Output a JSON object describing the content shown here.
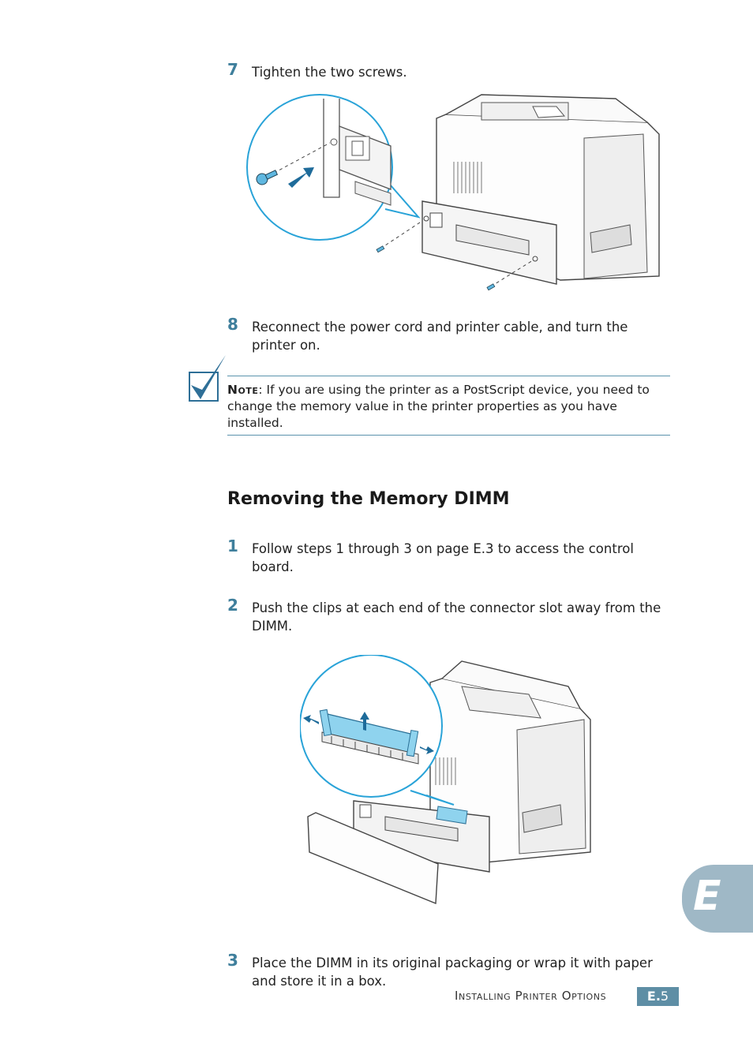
{
  "steps": {
    "s7": {
      "num": "7",
      "text": "Tighten the two screws."
    },
    "s8": {
      "num": "8",
      "text": "Reconnect the power cord and printer cable, and turn the printer on."
    },
    "s1": {
      "num": "1",
      "text": "Follow steps 1 through 3 on page E.3 to access the control board."
    },
    "s2": {
      "num": "2",
      "text": "Push the clips at each end of the connector slot away from the DIMM."
    },
    "s3": {
      "num": "3",
      "text": "Place the DIMM in its original packaging or wrap it with paper and store it in a box."
    }
  },
  "note": {
    "label": "Note",
    "text": ": If you are using the printer as a PostScript device, you need to change the memory value in the printer properties as you have installed."
  },
  "section": {
    "heading": "Removing the Memory DIMM"
  },
  "footer": {
    "title": "Installing Printer Options",
    "page_prefix": "E.",
    "page_number": "5"
  },
  "chapter_tab": {
    "letter": "E"
  },
  "colors": {
    "accent": "#3f7f9c",
    "rule": "#5b93ad",
    "badge": "#5e8ea5",
    "tab": "#9fb8c6",
    "callout": "#29a3d8"
  },
  "icons": [
    "checkmark-note-icon",
    "printer-screws-illustration",
    "printer-dimm-illustration"
  ]
}
